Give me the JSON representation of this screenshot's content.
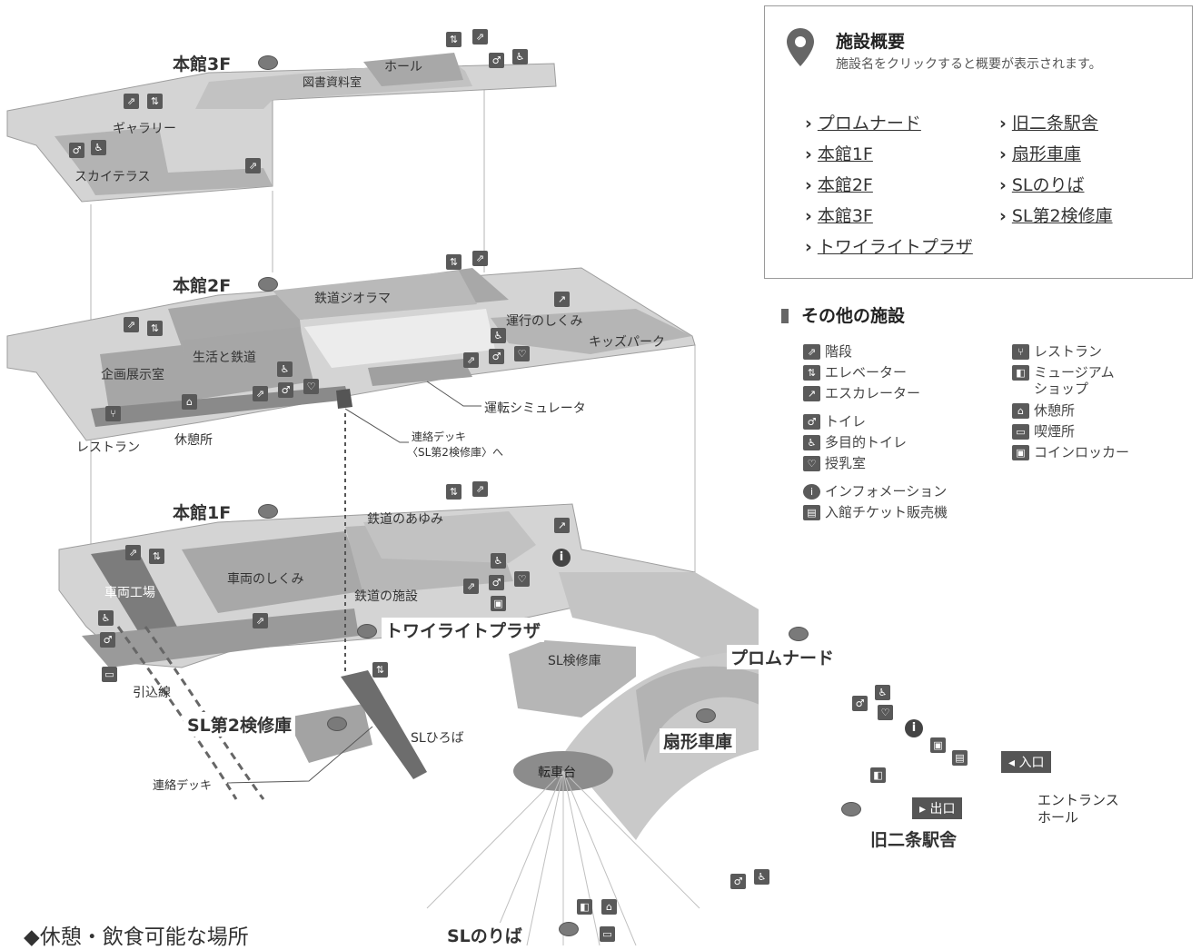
{
  "colors": {
    "floor_fill": "#d4d4d4",
    "floor_edge": "#9e9e9e",
    "room_fill": "#a8a8a8",
    "dark_room": "#7c7c7c",
    "icon_bg": "#595959",
    "panel_border": "#9a9a9a"
  },
  "floors": {
    "f3": {
      "title": "本館3F",
      "rooms": [
        "ホール",
        "図書資料室",
        "ギャラリー",
        "スカイテラス"
      ]
    },
    "f2": {
      "title": "本館2F",
      "rooms": [
        "鉄道ジオラマ",
        "運行のしくみ",
        "キッズパーク",
        "生活と鉄道",
        "企画展示室",
        "レストラン",
        "休憩所"
      ],
      "callouts": [
        "運転シミュレータ",
        "連絡デッキ",
        "〈SL第2検修庫〉へ"
      ]
    },
    "f1": {
      "title": "本館1F",
      "rooms": [
        "鉄道のあゆみ",
        "車両のしくみ",
        "車両工場",
        "鉄道の施設"
      ]
    }
  },
  "outdoor": {
    "twilight": "トワイライトプラザ",
    "promenade": "プロムナード",
    "sl_kensyuko": "SL検修庫",
    "sl2": "SL第2検修庫",
    "sl_hiroba": "SLひろば",
    "ougi": "扇形車庫",
    "tenshadai": "転車台",
    "hikikomi": "引込線",
    "renraku_deck": "連絡デッキ",
    "entrance_hall": [
      "エントランス",
      "ホール"
    ],
    "kyu_nijo": "旧二条駅舎",
    "sl_noriba": "SLのりば",
    "entrance_btn": "入口",
    "exit_btn": "出口"
  },
  "overview": {
    "title": "施設概要",
    "desc": "施設名をクリックすると概要が表示されます。",
    "pin_icon": "map-pin-icon",
    "links": [
      "プロムナード",
      "本館1F",
      "本館2F",
      "本館3F",
      "トワイライトプラザ",
      "旧二条駅舎",
      "扇形車庫",
      "SLのりば",
      "SL第2検修庫"
    ]
  },
  "legend": {
    "title": "その他の施設",
    "items": [
      {
        "label": "階段",
        "icon": "stairs-icon",
        "glyph": "⇗"
      },
      {
        "label": "エレベーター",
        "icon": "elevator-icon",
        "glyph": "⇅"
      },
      {
        "label": "エスカレーター",
        "icon": "escalator-icon",
        "glyph": "↗"
      },
      {
        "label": "トイレ",
        "icon": "toilet-icon",
        "glyph": "♂♀"
      },
      {
        "label": "多目的トイレ",
        "icon": "accessible-toilet-icon",
        "glyph": "♿"
      },
      {
        "label": "授乳室",
        "icon": "nursing-room-icon",
        "glyph": "♡"
      },
      {
        "label": "インフォメーション",
        "icon": "information-icon",
        "glyph": "i"
      },
      {
        "label": "入館チケット販売機",
        "icon": "ticket-machine-icon",
        "glyph": "▤"
      },
      {
        "label": "レストラン",
        "icon": "restaurant-icon",
        "glyph": "⑂"
      },
      {
        "label": "ミュージアム",
        "icon": "museum-shop-icon",
        "glyph": "◧"
      },
      {
        "label": "ショップ",
        "icon": "",
        "glyph": ""
      },
      {
        "label": "休憩所",
        "icon": "rest-area-icon",
        "glyph": "⌂"
      },
      {
        "label": "喫煙所",
        "icon": "smoking-area-icon",
        "glyph": "▭"
      },
      {
        "label": "コインロッカー",
        "icon": "coin-locker-icon",
        "glyph": "▣"
      }
    ]
  },
  "footer": {
    "caption": "◆休憩・飲食可能な場所"
  }
}
